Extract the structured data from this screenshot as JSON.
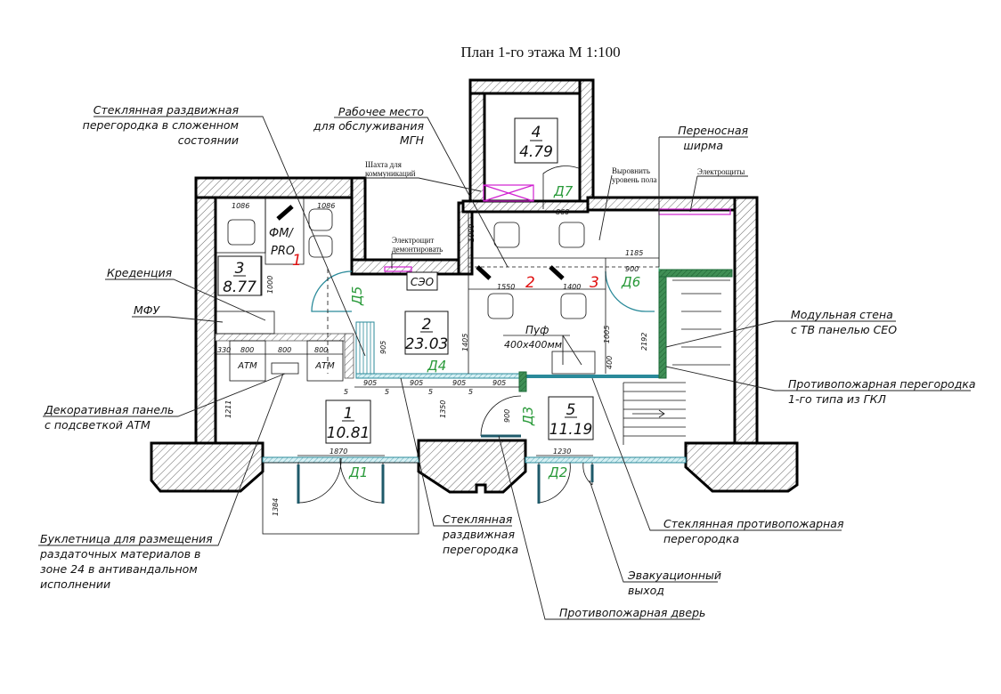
{
  "title": "План 1-го этажа М 1:100",
  "rooms": [
    {
      "number": "1",
      "area": "10.81"
    },
    {
      "number": "2",
      "area": "23.03"
    },
    {
      "number": "3",
      "area": "8.77"
    },
    {
      "number": "4",
      "area": "4.79"
    },
    {
      "number": "5",
      "area": "11.19"
    }
  ],
  "doors": [
    "Д1",
    "Д2",
    "Д3",
    "Д4",
    "Д5",
    "Д6",
    "Д7"
  ],
  "workplaces": [
    "1",
    "2",
    "3"
  ],
  "labels": {
    "fm_pro": [
      "ФМ/",
      "PRO"
    ],
    "seo": "СЭО",
    "atm": "АТМ",
    "puf": [
      "Пуф",
      "400x400мм"
    ]
  },
  "notes": {
    "shaft": [
      "Шахта для",
      "коммуникаций"
    ],
    "panel_remove": [
      "Электрощит",
      "демонтировать"
    ],
    "level_floor": [
      "Выровнить",
      "уровень пола"
    ],
    "panels": "Электрощиты"
  },
  "callouts": {
    "glass_folded": [
      "Стеклянная раздвижная",
      "перегородка в сложенном",
      "состоянии"
    ],
    "mgn": [
      "Рабочее место",
      "для обслуживания",
      "МГН"
    ],
    "screen": [
      "Переносная",
      "ширма"
    ],
    "credenza": "Креденция",
    "mfu": "МФУ",
    "deco_panel": [
      "Декоративная панель",
      "с подсветкой АТМ"
    ],
    "modular_wall": [
      "Модульная стена",
      "с ТВ панелью СЕО"
    ],
    "fire_partition": [
      "Противопожарная перегородка",
      "1-го типа из ГКЛ"
    ],
    "booklet": [
      "Буклетница для размещения",
      "раздаточных материалов в",
      "зоне 24 в антивандальном",
      "исполнении"
    ],
    "glass_sliding": [
      "Стеклянная",
      "раздвижная",
      "перегородка"
    ],
    "glass_fire": [
      "Стеклянная противопожарная",
      "перегородка"
    ],
    "evac": [
      "Эвакуационный",
      "выход"
    ],
    "fire_door": "Противопожарная дверь"
  },
  "dimensions": {
    "d1086a": "1086",
    "d1086b": "1086",
    "d1000a": "1000",
    "d330": "330",
    "d800": "800",
    "d905": "905",
    "d5": "5",
    "d1405": "1405",
    "d1350": "1350",
    "d900a": "900",
    "d1211": "1211",
    "d1870": "1870",
    "d1230": "1230",
    "d1384": "1384",
    "d860": "860",
    "d1550": "1550",
    "d1400": "1400",
    "d1185": "1185",
    "d900b": "900",
    "d1005": "1005",
    "d400": "400",
    "d2192": "2192"
  }
}
